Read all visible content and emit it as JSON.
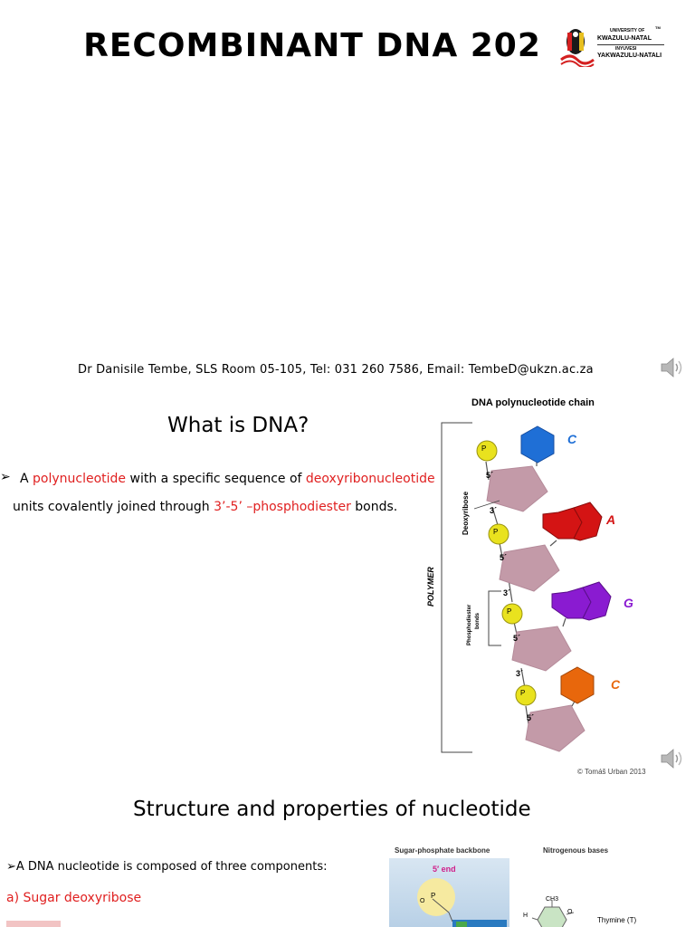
{
  "slide1": {
    "title": "RECOMBINANT DNA 202",
    "logo": {
      "line1": "UNIVERSITY OF",
      "line2": "KWAZULU-NATAL",
      "line3": "INYUVESI",
      "line4": "YAKWAZULU-NATALI",
      "tm": "TM"
    },
    "contact": "Dr Danisile Tembe, SLS Room 05-105, Tel: 031 260 7586, Email: TembeD@ukzn.ac.za"
  },
  "slide2": {
    "heading": "What is DNA?",
    "bullet_marker": "➢",
    "text_a": "A ",
    "text_b": "polynucleotide",
    "text_c": " with a specific sequence of ",
    "text_d": "deoxyribonucleotide",
    "text_e": "units covalently joined through ",
    "text_f": "3’-5’ –phosphodiester",
    "text_g": " bonds.",
    "figure": {
      "title": "DNA polynucleotide chain",
      "polymer_label": "POLYMER",
      "deoxyribose_label": "Deoxyribose",
      "bond_label_1": "Phosphodiester",
      "bond_label_2": "bonds",
      "phosphate_label": "P",
      "prime5": "5´",
      "prime3": "3´",
      "bases": [
        "C",
        "A",
        "G",
        "C"
      ],
      "base_colors": [
        "#1f6fd6",
        "#d41414",
        "#8a1bd1",
        "#e8670c"
      ],
      "credit": "© Tomáš Urban 2013"
    }
  },
  "slide3": {
    "heading": "Structure and properties of nucleotide",
    "bullet": "➢A DNA nucleotide is composed of three components:",
    "item_a": "a) Sugar deoxyribose",
    "figure": {
      "col1": "Sugar-phosphate backbone",
      "col2": "Nitrogenous bases",
      "end_label": "5′ end",
      "thymine": "Thymine (T)",
      "ch3": "CH3",
      "o_label": "O",
      "p_label": "P",
      "h_label": "H"
    }
  }
}
